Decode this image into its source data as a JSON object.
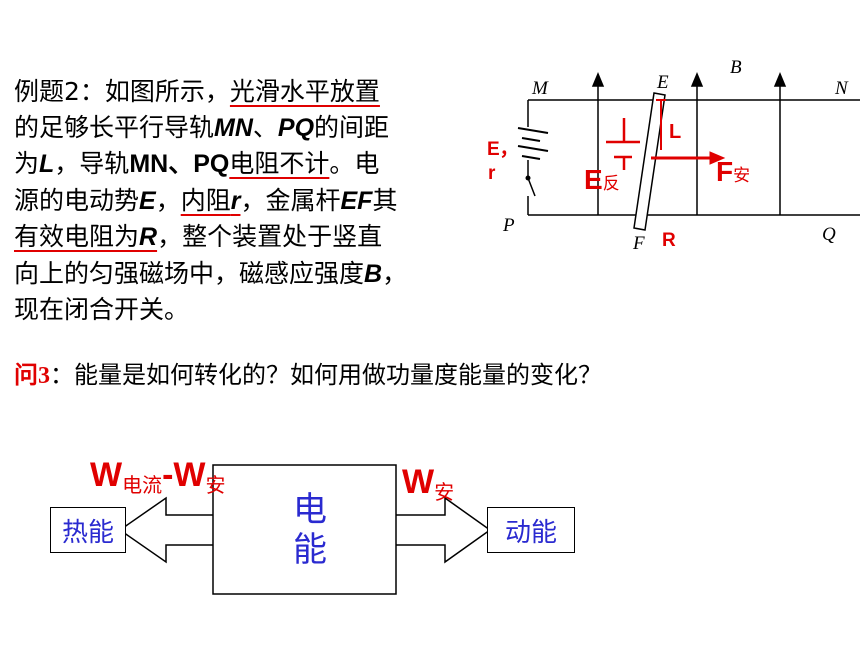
{
  "problem": {
    "l1a": "例题2：如图所示，",
    "l1b": "光滑水平放置",
    "l2a": "的足够长平行导轨",
    "l2b": "MN",
    "l2c": "、",
    "l2d": "PQ",
    "l2e": "的间距",
    "l3a": "为",
    "l3b": "L",
    "l3c": "，导轨",
    "l3d": "MN、PQ",
    "l3e": "电阻不计",
    "l3f": "。电",
    "l4a": "源的电动势",
    "l4b": "E",
    "l4c": "，",
    "l4d": "内阻",
    "l4e": "r",
    "l4f": "，金属杆",
    "l4g": "EF",
    "l4h": "其",
    "l5a": "有效电阻为",
    "l5b": "R",
    "l5c": "，整个装置处于竖直",
    "l6a": "向上的匀强磁场中，磁感应强度",
    "l6b": "B",
    "l6c": "，",
    "l7": "现在闭合开关。"
  },
  "question": {
    "prefix": "问3",
    "text": "：能量是如何转化的？如何用做功量度能量的变化？"
  },
  "diagram": {
    "label_M": "M",
    "label_E": "E",
    "label_B": "B",
    "label_N": "N",
    "label_P": "P",
    "label_F": "F",
    "label_Q": "Q",
    "source_label": "E，",
    "source_label2": "r",
    "L": "L",
    "E_back": "E",
    "E_back_sub": "反",
    "F_amp": "F",
    "F_amp_sub": "安",
    "R": "R"
  },
  "energy": {
    "left_box": "热能",
    "right_box": "动能",
    "center_line1": "电",
    "center_line2": "能",
    "w_left_1": "W",
    "w_left_sub1": "电流",
    "w_left_2": "-W",
    "w_left_sub2": "安",
    "w_right": "W",
    "w_right_sub": "安"
  },
  "colors": {
    "accent": "#e00000",
    "blue_text": "#2a2ad0"
  }
}
